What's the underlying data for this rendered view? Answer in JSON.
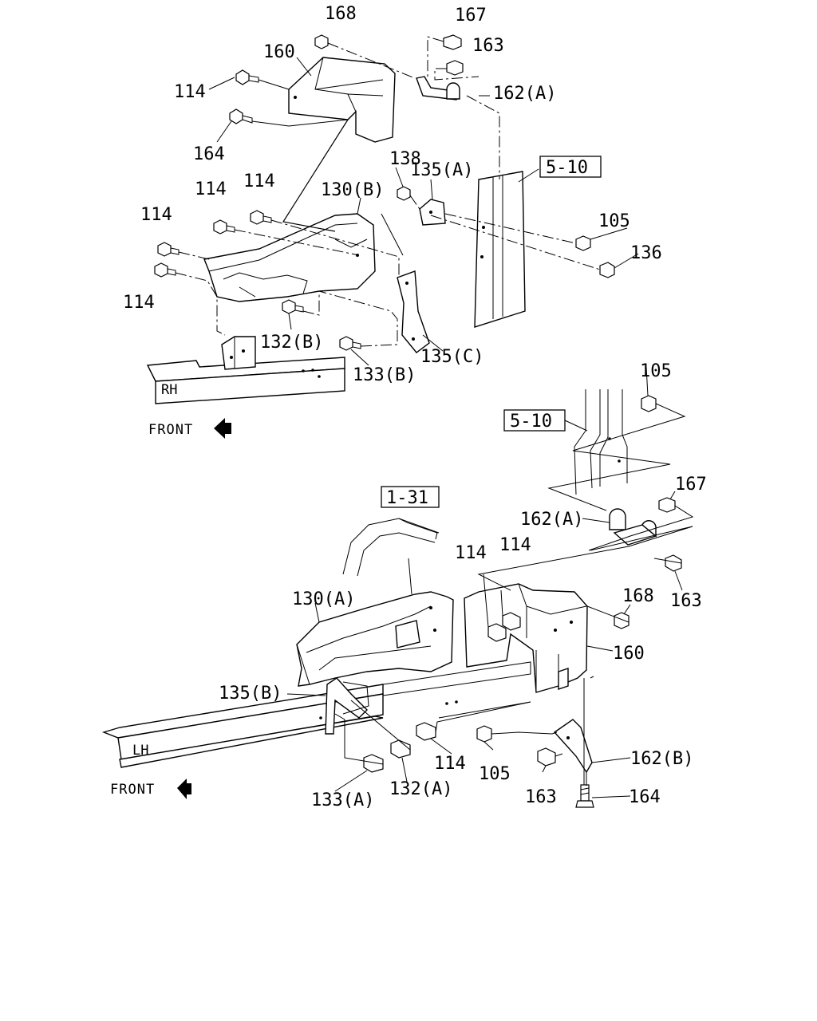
{
  "rh": {
    "side_label": "RH",
    "front_label": "FRONT",
    "refs": {
      "frame": "5-10"
    },
    "labels": {
      "l168": "168",
      "l167": "167",
      "l163": "163",
      "l160": "160",
      "l114a": "114",
      "l162a": "162(A)",
      "l164": "164",
      "l138": "138",
      "l135a": "135(A)",
      "l114b": "114",
      "l114c": "114",
      "l130b": "130(B)",
      "l114d": "114",
      "l105": "105",
      "l136": "136",
      "l114e": "114",
      "l132b": "132(B)",
      "l133b": "133(B)",
      "l135c": "135(C)"
    }
  },
  "lh": {
    "side_label": "LH",
    "front_label": "FRONT",
    "refs": {
      "frame": "5-10",
      "cab": "1-31"
    },
    "labels": {
      "l105a": "105",
      "l167": "167",
      "l162a": "162(A)",
      "l114a": "114",
      "l114b": "114",
      "l163a": "163",
      "l130a": "130(A)",
      "l168": "168",
      "l160": "160",
      "l135b": "135(B)",
      "l114c": "114",
      "l105b": "105",
      "l162b": "162(B)",
      "l133a": "133(A)",
      "l132a": "132(A)",
      "l163b": "163",
      "l164": "164"
    }
  }
}
